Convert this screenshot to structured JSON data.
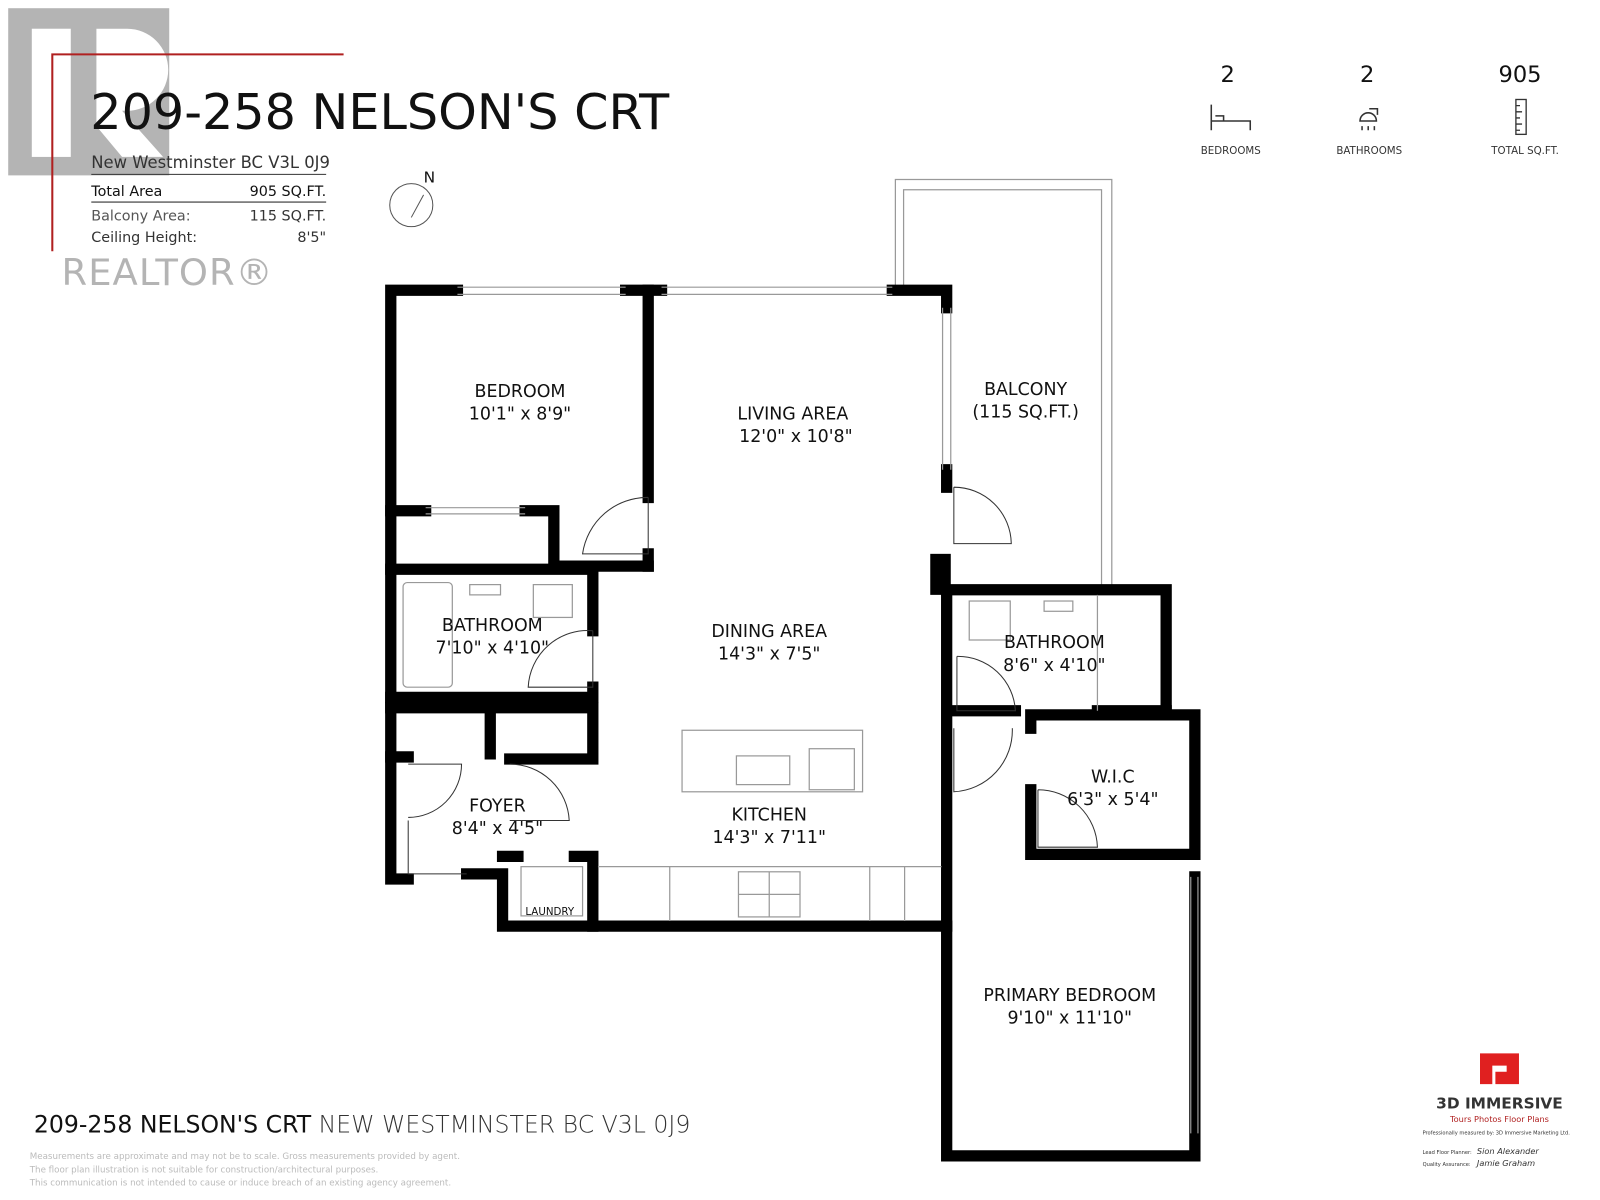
{
  "header": {
    "title": "209-258 NELSON'S CRT",
    "address": "New Westminster BC V3L 0J9",
    "details": [
      {
        "label": "Total Area",
        "value": "905 SQ.FT."
      },
      {
        "label": "Balcony Area:",
        "value": "115 SQ.FT."
      },
      {
        "label": "Ceiling Height:",
        "value": "8'5\""
      }
    ],
    "compass": "N",
    "watermark": "REALTOR®"
  },
  "stats": [
    {
      "value": "2",
      "label": "BEDROOMS",
      "icon": "bed-icon"
    },
    {
      "value": "2",
      "label": "BATHROOMS",
      "icon": "shower-icon"
    },
    {
      "value": "905",
      "label": "TOTAL SQ.FT.",
      "icon": "ruler-icon"
    }
  ],
  "rooms": {
    "bedroom": {
      "name": "BEDROOM",
      "dims": "10'1\" x 8'9\""
    },
    "living": {
      "name": "LIVING AREA",
      "dims": "12'0\" x 10'8\""
    },
    "balcony": {
      "name": "BALCONY",
      "dims": "(115 SQ.FT.)"
    },
    "bath1": {
      "name": "BATHROOM",
      "dims": "7'10\" x 4'10\""
    },
    "dining": {
      "name": "DINING AREA",
      "dims": "14'3\" x 7'5\""
    },
    "bath2": {
      "name": "BATHROOM",
      "dims": "8'6\" x 4'10\""
    },
    "wic": {
      "name": "W.I.C",
      "dims": "6'3\" x 5'4\""
    },
    "foyer": {
      "name": "FOYER",
      "dims": "8'4\" x 4'5\""
    },
    "kitchen": {
      "name": "KITCHEN",
      "dims": "14'3\" x 7'11\""
    },
    "laundry": {
      "name": "LAUNDRY",
      "dims": ""
    },
    "primary": {
      "name": "PRIMARY BEDROOM",
      "dims": "9'10\" x 11'10\""
    }
  },
  "footer": {
    "address_bold": "209-258 NELSON'S CRT",
    "address_light": "NEW WESTMINSTER BC V3L 0J9",
    "disclaimer": [
      "Measurements are approximate and may not be to scale. Gross measurements provided by agent.",
      "The floor plan illustration is not suitable for construction/architectural purposes.",
      "This communication is not intended to cause or induce breach of an existing agency agreement."
    ]
  },
  "brand": {
    "name": "3D IMMERSIVE",
    "tagline": "Tours  Photos  Floor Plans",
    "measured_by": "Professionally measured by: 3D Immersive Marketing Ltd.",
    "lead_label": "Lead Floor Planner:",
    "lead_sig": "Sion Alexander",
    "qa_label": "Quality Assurance:",
    "qa_sig": "Jamie Graham",
    "accent": "#e02020"
  }
}
